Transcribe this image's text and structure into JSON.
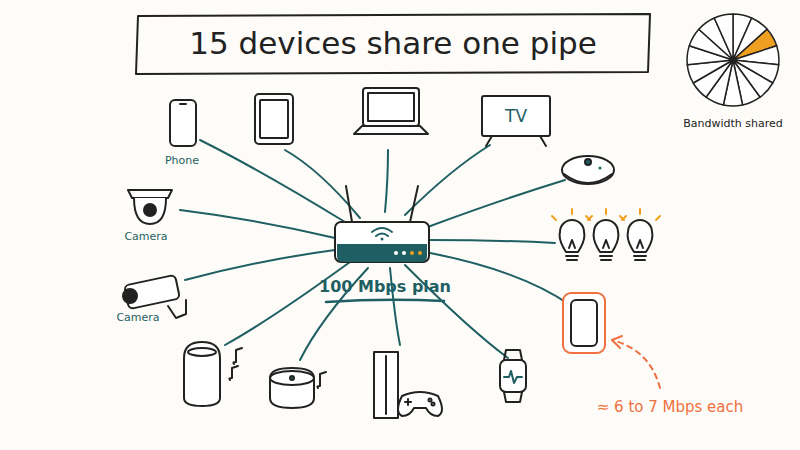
{
  "diagram": {
    "title": "15 devices share one pipe",
    "labels": [
      "Bandwidth shared",
      "Phone",
      "TV",
      "Camera",
      "Camera",
      "100 Mbps plan",
      "≈ 6 to 7 Mbps each"
    ]
  }
}
